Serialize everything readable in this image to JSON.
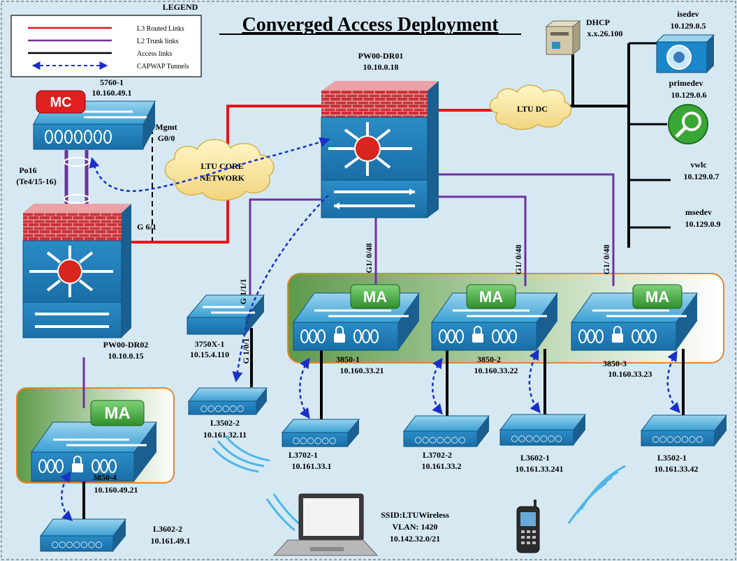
{
  "title": "Converged Access Deployment",
  "legend": {
    "heading": "LEGEND",
    "items": [
      {
        "label": "L3 Routed Links",
        "color": "#e8141a"
      },
      {
        "label": "L2 Trunk links",
        "color": "#7030a0"
      },
      {
        "label": "Access links",
        "color": "#000000"
      },
      {
        "label": "CAPWAP Tunnels",
        "color": "#1a2fc8"
      }
    ]
  },
  "badges": {
    "mc": "MC",
    "ma": "MA"
  },
  "clouds": {
    "core": [
      "LTU CORE",
      "NETWORK"
    ],
    "dc": "LTU DC"
  },
  "devices": {
    "dr01": {
      "name": "PW00-DR01",
      "ip": "10.10.0.18"
    },
    "dr02": {
      "name": "PW00-DR02",
      "ip": "10.10.0.15"
    },
    "s5760": {
      "name": "5760-1",
      "ip": "10.160.49.1"
    },
    "s3750": {
      "name": "3750X-1",
      "ip": "10.15.4.110"
    },
    "s3850_1": {
      "name": "3850-1",
      "ip": "10.160.33.21"
    },
    "s3850_2": {
      "name": "3850-2",
      "ip": "10.160.33.22"
    },
    "s3850_3": {
      "name": "3850-3",
      "ip": "10.160.33.23"
    },
    "s3850_4": {
      "name": "3850-4",
      "ip": "10.160.49.21"
    },
    "dhcp": {
      "name": "DHCP",
      "ip": "x.x.26.100"
    },
    "isedev": {
      "name": "isedev",
      "ip": "10.129.0.5"
    },
    "primedev": {
      "name": "primedev",
      "ip": "10.129.0.6"
    },
    "vwlc": {
      "name": "vwlc",
      "ip": "10.129.0.7"
    },
    "msedev": {
      "name": "msedev",
      "ip": "10.129.0.9"
    },
    "ap_l3502_2": {
      "name": "L3502-2",
      "ip": "10.161.32.11"
    },
    "ap_l3702_1": {
      "name": "L3702-1",
      "ip": "10.161.33.1"
    },
    "ap_l3702_2": {
      "name": "L3702-2",
      "ip": "10.161.33.2"
    },
    "ap_l3602_1": {
      "name": "L3602-1",
      "ip": "10.161.33.241"
    },
    "ap_l3502_1": {
      "name": "L3502-1",
      "ip": "10.161.33.42"
    },
    "ap_l3602_2": {
      "name": "L3602-2",
      "ip": "10.161.49.1"
    }
  },
  "ports": {
    "mgmt": [
      "Mgmt",
      "G0/0"
    ],
    "po16": [
      "Po16",
      "(Te4/15-16)"
    ],
    "g61": "G 6/1",
    "g111": "G 1/1/1",
    "g101": "G 1/0/1",
    "g1048": "G1/ 0/48"
  },
  "ssid": {
    "line1": "SSID:LTUWireless",
    "line2": "VLAN: 1420",
    "line3": "10.142.32.0/21"
  }
}
